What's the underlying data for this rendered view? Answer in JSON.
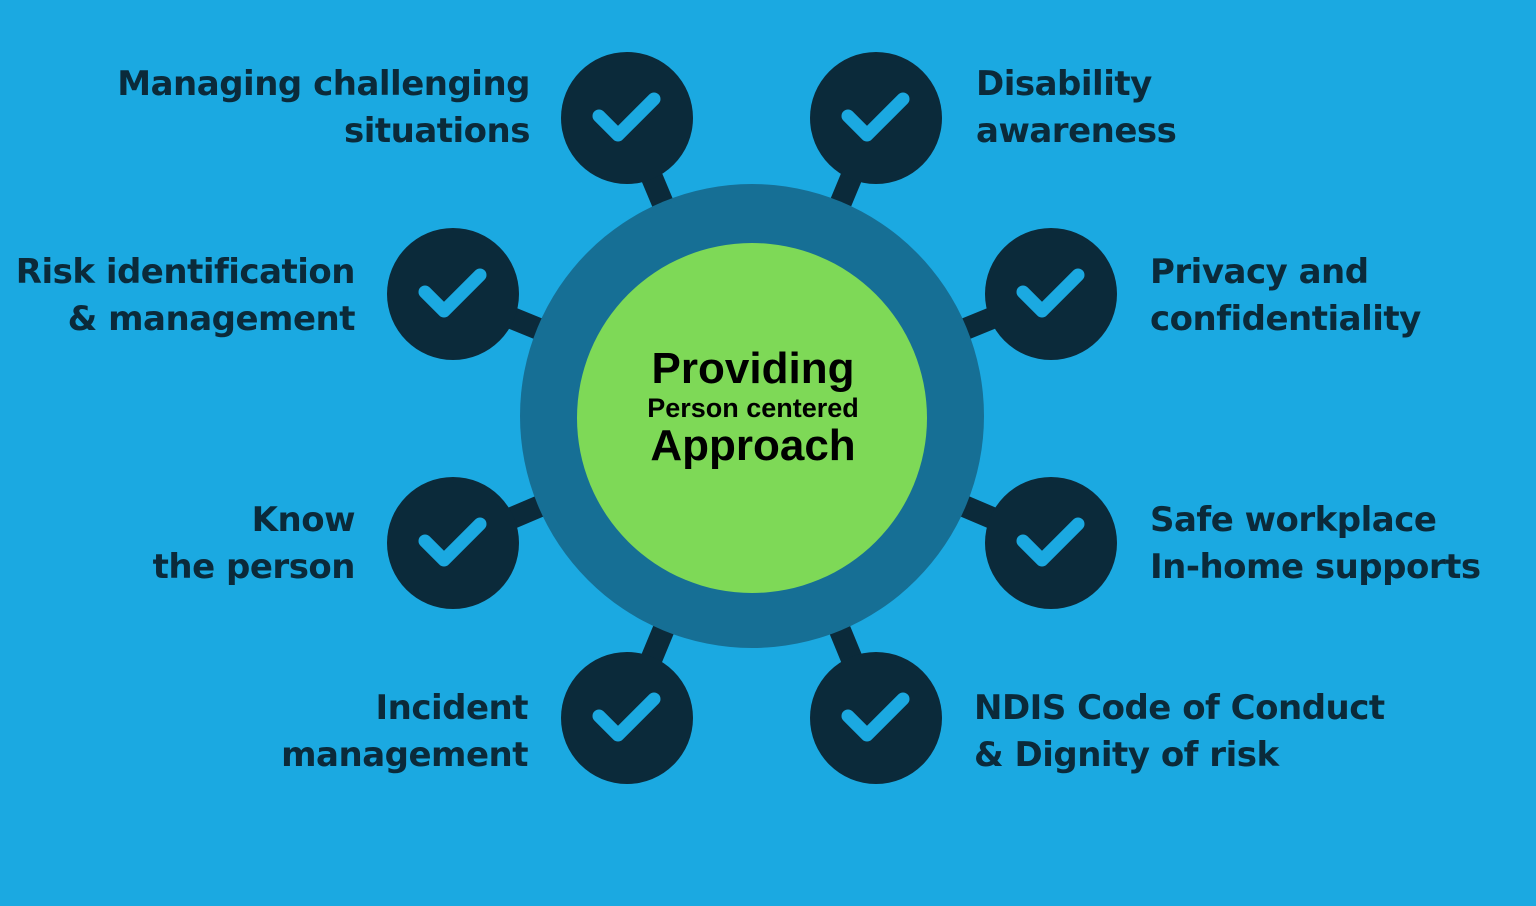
{
  "colors": {
    "background": "#1ba9e1",
    "ring": "#166f95",
    "center": "#7ed957",
    "node": "#0b2a3a",
    "check": "#1ba9e1",
    "text": "#0b2a3a"
  },
  "center": {
    "line1": "Providing",
    "line2": "Person centered",
    "line3": "Approach"
  },
  "items": [
    {
      "lines": [
        "Managing challenging",
        "situations"
      ],
      "icon": "check-icon"
    },
    {
      "lines": [
        "Disability",
        "awareness"
      ],
      "icon": "check-icon"
    },
    {
      "lines": [
        "Risk identification",
        "& management"
      ],
      "icon": "check-icon"
    },
    {
      "lines": [
        "Privacy and",
        "confidentiality"
      ],
      "icon": "check-icon"
    },
    {
      "lines": [
        "Know",
        "the person"
      ],
      "icon": "check-icon"
    },
    {
      "lines": [
        "Safe workplace",
        "In-home supports"
      ],
      "icon": "check-icon"
    },
    {
      "lines": [
        "Incident",
        "management"
      ],
      "icon": "check-icon"
    },
    {
      "lines": [
        "NDIS Code of Conduct",
        "& Dignity of risk"
      ],
      "icon": "check-icon"
    }
  ]
}
